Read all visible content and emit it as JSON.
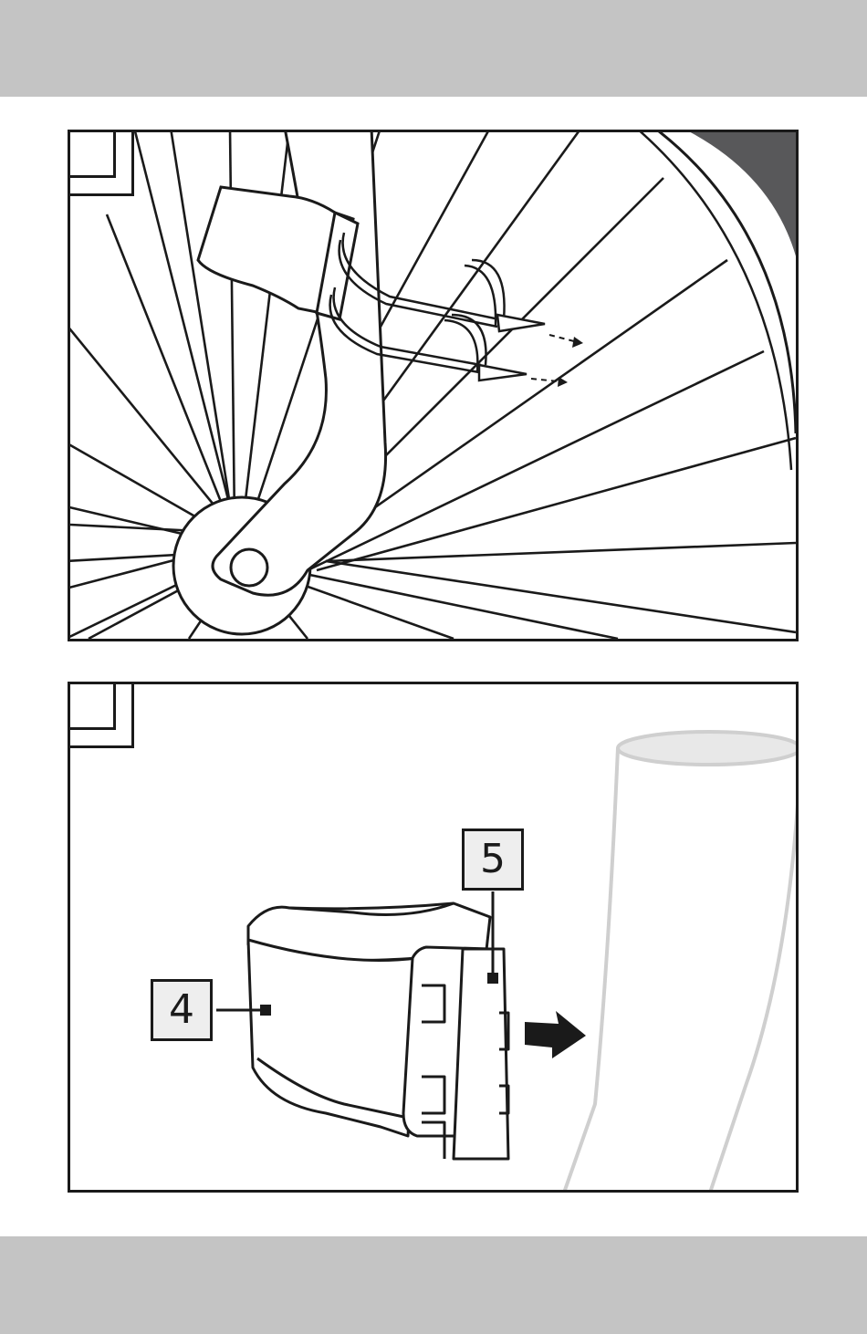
{
  "header": {
    "background": "#c4c4c4"
  },
  "footer": {
    "background": "#c4c4c4"
  },
  "figure_1": {
    "description_icon": "bicycle-fork-sensor-cable-ties",
    "label_box": ""
  },
  "figure_2": {
    "label_box": "",
    "callouts": [
      {
        "id": "sensor-housing",
        "label": "4"
      },
      {
        "id": "mounting-bracket",
        "label": "5"
      }
    ]
  },
  "colors": {
    "line": "#1a1a1a",
    "tire": "#58585a",
    "ghost_fork": "#cfcfcf"
  }
}
